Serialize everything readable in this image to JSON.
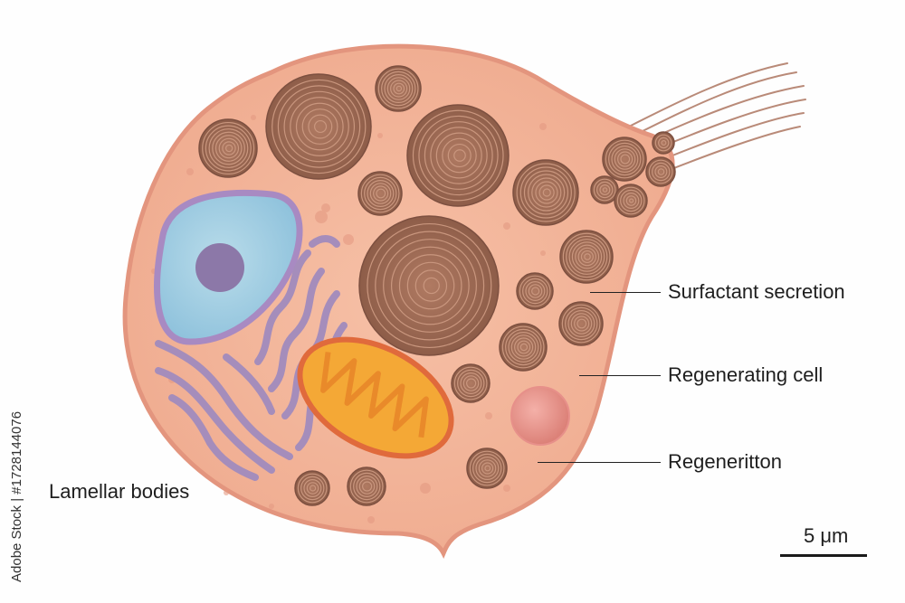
{
  "labels": {
    "surfactant_secretion": "Surfactant secretion",
    "regenerating_cell": "Regenerating cell",
    "regenerition": "Regeneritton",
    "lamellar_bodies": "Lamellar bodies"
  },
  "scale_bar": {
    "label": "5 μm"
  },
  "watermark": {
    "text": "Adobe Stock | #1728144076"
  },
  "colors": {
    "cytoplasm": "#f2b59b",
    "cell_membrane": "#e89a84",
    "nucleus": "#a9d3e6",
    "nuclear_envelope": "#a88ac2",
    "nucleolus": "#8c78a8",
    "endoplasmic_reticulum": "#a58dbb",
    "mitochondrion_outer": "#e06a3c",
    "mitochondrion_inner": "#f4a836",
    "lamellar_body": "#9a6a55",
    "vesicle": "#e48f87"
  }
}
